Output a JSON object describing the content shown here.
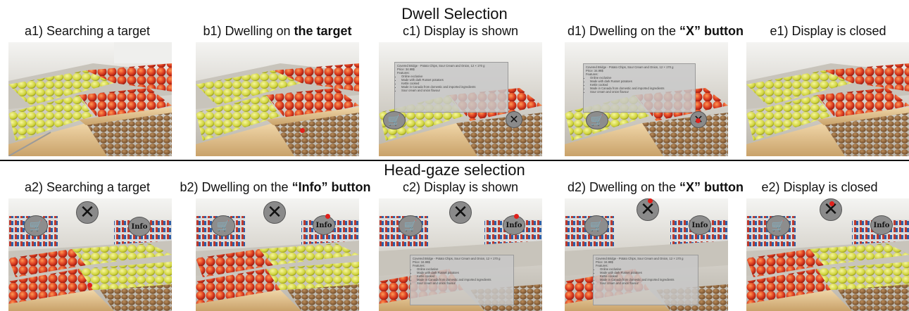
{
  "titles": {
    "top": "Dwell Selection",
    "bottom": "Head-gaze selection"
  },
  "row1": [
    {
      "id": "a1",
      "prefix": "a1) Searching a target",
      "bold": ""
    },
    {
      "id": "b1",
      "prefix": "b1) Dwelling on ",
      "bold": "the target"
    },
    {
      "id": "c1",
      "prefix": "c1) Display is shown",
      "bold": ""
    },
    {
      "id": "d1",
      "prefix": "d1) Dwelling on the ",
      "bold": "“X” button"
    },
    {
      "id": "e1",
      "prefix": "e1) Display is closed",
      "bold": ""
    }
  ],
  "row2": [
    {
      "id": "a2",
      "prefix": "a2) Searching a target",
      "bold": ""
    },
    {
      "id": "b2",
      "prefix": "b2) Dwelling on the ",
      "bold": "“Info” button"
    },
    {
      "id": "c2",
      "prefix": "c2) Display is shown",
      "bold": ""
    },
    {
      "id": "d2",
      "prefix": "d2) Dwelling on the ",
      "bold": "“X” button"
    },
    {
      "id": "e2",
      "prefix": "e2) Display is closed",
      "bold": ""
    }
  ],
  "buttons": {
    "info_label": "Info",
    "close_glyph": "✕",
    "cart_glyph": "🛒"
  },
  "display": {
    "title": "Covered Bridge - Potato Chips, Sour Cream and Onion, 12 × 170 g",
    "price": "Price: 34.99$",
    "features_label": "Features:",
    "features": [
      "Online exclusive",
      "Made with dark Russet potatoes",
      "Kettle cooked",
      "Made in Canada from domestic and imported ingredients",
      "Sour cream and onion flavour"
    ]
  },
  "colors": {
    "pointer": "#e0201b",
    "button_gray": "#8d8d8d"
  }
}
